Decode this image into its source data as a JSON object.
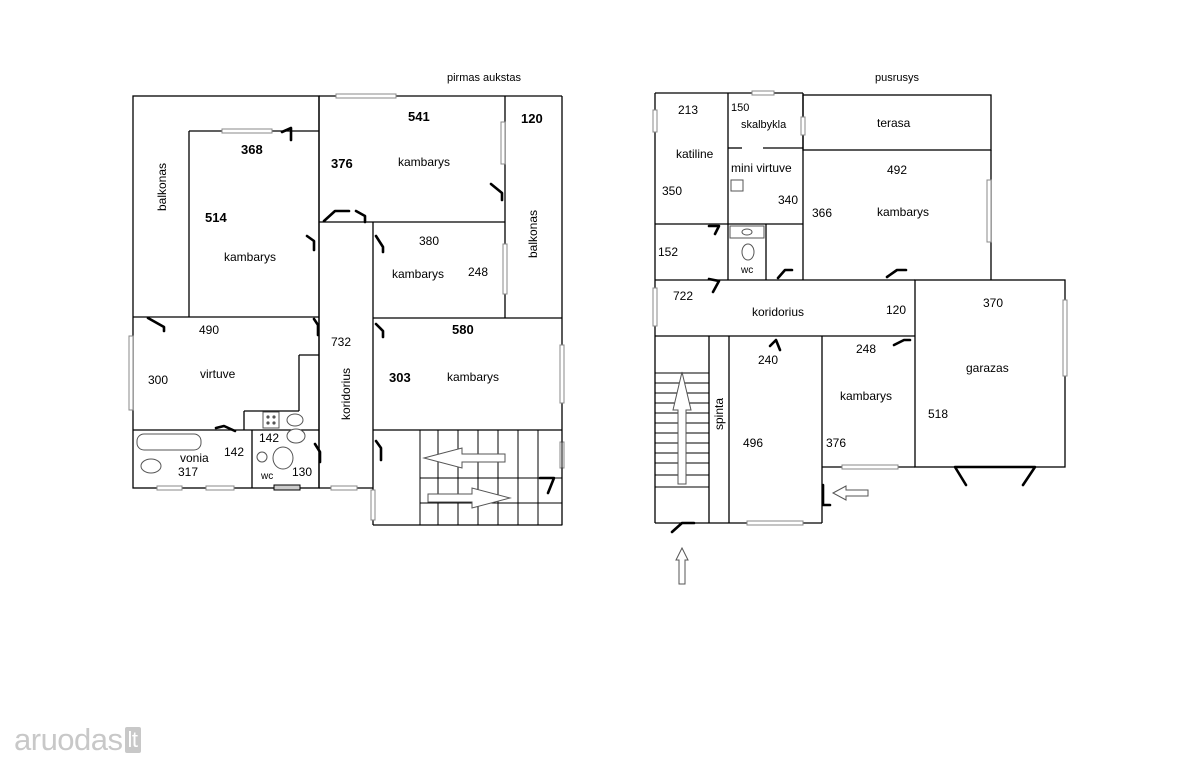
{
  "floors": {
    "first": {
      "title": "pirmas aukstas",
      "rooms": {
        "balkonas_left": "balkonas",
        "kambarys_514": "kambarys",
        "kambarys_541": "kambarys",
        "balkonas_right": "balkonas",
        "kambarys_380": "kambarys",
        "virtuve": "virtuve",
        "koridorius": "koridorius",
        "kambarys_580": "kambarys",
        "vonia": "vonia",
        "wc": "wc"
      },
      "dimensions": {
        "d368": "368",
        "d514": "514",
        "d541": "541",
        "d376": "376",
        "d120": "120",
        "d380": "380",
        "d248": "248",
        "d490": "490",
        "d300": "300",
        "d732": "732",
        "d580": "580",
        "d303": "303",
        "d142a": "142",
        "d142b": "142",
        "d317": "317",
        "d130": "130"
      }
    },
    "basement": {
      "title": "pusrusys",
      "rooms": {
        "skalbykla": "skalbykla",
        "terasa": "terasa",
        "katiline": "katiline",
        "mini_virtuve": "mini virtuve",
        "kambarys_492": "kambarys",
        "wc": "wc",
        "koridorius": "koridorius",
        "spinta": "spinta",
        "kambarys_248": "kambarys",
        "garazas": "garazas"
      },
      "dimensions": {
        "d213": "213",
        "d150": "150",
        "d350": "350",
        "d340": "340",
        "d492": "492",
        "d366": "366",
        "d152": "152",
        "d722": "722",
        "d120": "120",
        "d370": "370",
        "d240": "240",
        "d248": "248",
        "d496": "496",
        "d376": "376",
        "d518": "518"
      }
    }
  },
  "watermark": {
    "name": "aruodas",
    "tld": "lt"
  }
}
